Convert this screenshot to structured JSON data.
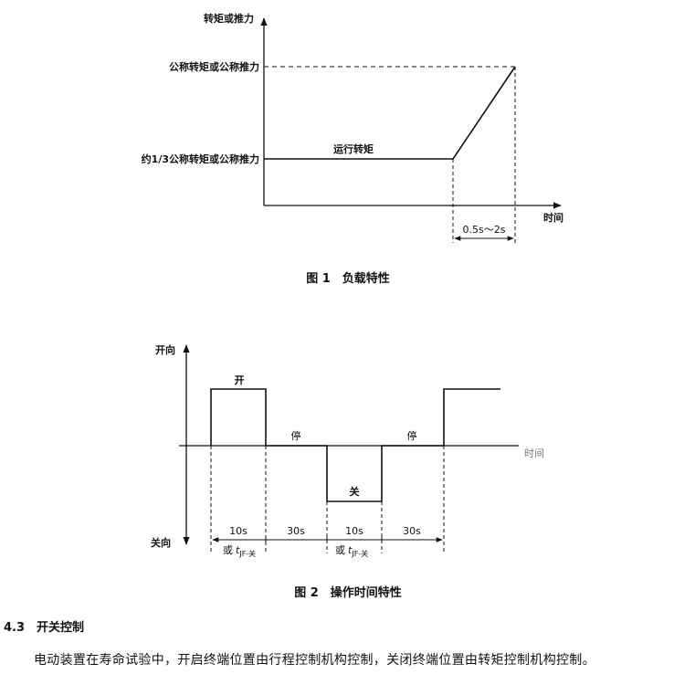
{
  "figure1": {
    "y_axis_label": "转矩或推力",
    "rated_label": "公称转矩或公称推力",
    "third_label": "约1/3公称转矩或公称推力",
    "running_label": "运行转矩",
    "x_axis_label": "时间",
    "ramp_label": "0.5s～2s",
    "caption": "图 1　负载特性"
  },
  "figure2": {
    "open_dir_label": "开向",
    "close_dir_label": "关向",
    "x_axis_label": "时间",
    "open_label": "开",
    "stop_label_1": "停",
    "close_label": "关",
    "stop_label_2": "停",
    "dur_1": "10s",
    "dur_2": "30s",
    "dur_3": "10s",
    "dur_4": "30s",
    "alt_1_prefix": "或",
    "alt_1_t": "t",
    "alt_1_sub": "JF-关",
    "alt_2_prefix": "或",
    "alt_2_t": "t",
    "alt_2_sub": "JF-关",
    "caption": "图 2　操作时间特性"
  },
  "section": {
    "heading": "4.3　开关控制",
    "paragraph": "电动装置在寿命试验中，开启终端位置由行程控制机构控制，关闭终端位置由转矩控制机构控制。"
  }
}
